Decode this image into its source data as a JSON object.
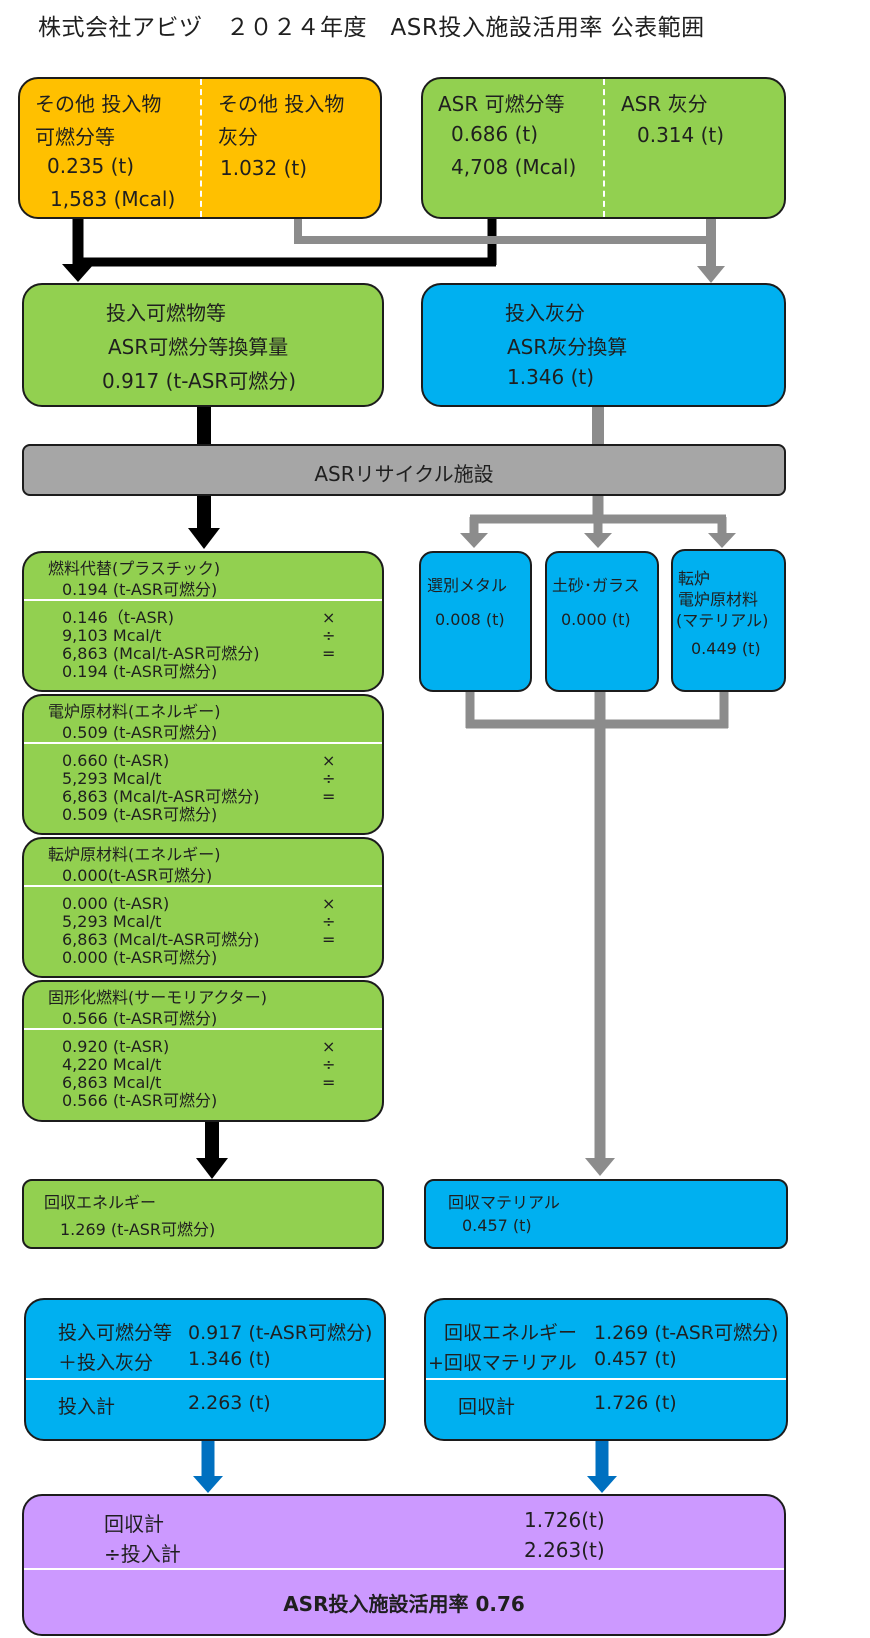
{
  "title": "株式会社アビヅ　２０２４年度　ASR投入施設活用率 公表範囲",
  "top": {
    "other_combustible": {
      "line1": "その他 投入物",
      "line2": "可燃分等",
      "mass": "0.235 (t)",
      "energy": "1,583 (Mcal)"
    },
    "other_ash": {
      "line1": "その他 投入物",
      "line2": "灰分",
      "mass": "1.032 (t)"
    },
    "asr_combustible": {
      "line1": "ASR 可燃分等",
      "mass": "0.686 (t)",
      "energy": "4,708 (Mcal)"
    },
    "asr_ash": {
      "line1": "ASR 灰分",
      "mass": "0.314 (t)"
    }
  },
  "input_combustible": {
    "line1": "投入可燃物等",
    "line2": "ASR可燃分等換算量",
    "value": "0.917 (t-ASR可燃分)"
  },
  "input_ash": {
    "line1": "投入灰分",
    "line2": "ASR灰分換算",
    "value": "1.346 (t)"
  },
  "facility": {
    "label": "ASRリサイクル施設"
  },
  "energy_uses": [
    {
      "name": "燃料代替(プラスチック)",
      "result": "0.194 (t-ASR可燃分)",
      "calc": [
        [
          "0.146（t-ASR)",
          "×"
        ],
        [
          "9,103  Mcal/t",
          "÷"
        ],
        [
          "6,863  (Mcal/t-ASR可燃分)",
          "="
        ],
        [
          "0.194  (t-ASR可燃分)",
          ""
        ]
      ]
    },
    {
      "name": "電炉原材料(エネルギー)",
      "result": "0.509 (t-ASR可燃分)",
      "calc": [
        [
          "0.660  (t-ASR)",
          "×"
        ],
        [
          "5,293  Mcal/t",
          "÷"
        ],
        [
          "6,863  (Mcal/t-ASR可燃分)",
          "="
        ],
        [
          "0.509  (t-ASR可燃分)",
          ""
        ]
      ]
    },
    {
      "name": "転炉原材料(エネルギー)",
      "result": "0.000(t-ASR可燃分)",
      "calc": [
        [
          "0.000 (t-ASR)",
          "×"
        ],
        [
          "5,293 Mcal/t",
          "÷"
        ],
        [
          "6,863 (Mcal/t-ASR可燃分)",
          "="
        ],
        [
          "0.000 (t-ASR可燃分)",
          ""
        ]
      ]
    },
    {
      "name": "固形化燃料(サーモリアクター)",
      "result": "0.566 (t-ASR可燃分)",
      "calc": [
        [
          "0.920 (t-ASR)",
          "×"
        ],
        [
          "4,220  Mcal/t",
          "÷"
        ],
        [
          "6,863  Mcal/t",
          "="
        ],
        [
          "0.566 (t-ASR可燃分)",
          ""
        ]
      ]
    }
  ],
  "material_uses": [
    {
      "name": "選別メタル",
      "value": "0.008 (t)"
    },
    {
      "name": "土砂･ガラス",
      "value": "0.000 (t)"
    },
    {
      "name1": "転炉",
      "name2": "電炉原材料",
      "name3": "(マテリアル)",
      "value": "0.449 (t)"
    }
  ],
  "recovered_energy": {
    "label": "回収エネルギー",
    "value": "1.269  (t-ASR可燃分)"
  },
  "recovered_material": {
    "label": "回収マテリアル",
    "value": "0.457  (t)"
  },
  "input_total": {
    "row1_label": "投入可燃分等",
    "row1_value": "0.917  (t-ASR可燃分)",
    "row2_label": "＋投入灰分",
    "row2_value": "1.346  (t)",
    "total_label": "投入計",
    "total_value": "2.263  (t)"
  },
  "recovery_total": {
    "row1_label": "回収エネルギー",
    "row1_value": "1.269 (t-ASR可燃分)",
    "row2_label": "+回収マテリアル",
    "row2_value": "0.457 (t)",
    "total_label": "回収計",
    "total_value": "1.726 (t)"
  },
  "result": {
    "row1_label": "回収計",
    "row1_value": "1.726(t)",
    "row2_label": "÷投入計",
    "row2_value": "2.263(t)",
    "rate": "ASR投入施設活用率 0.76"
  },
  "colors": {
    "orange": "#ffc000",
    "green": "#92d050",
    "blue": "#00b0f0",
    "gray": "#a6a6a6",
    "purple": "#cc99ff",
    "arrow_black": "#000000",
    "arrow_gray": "#8c8c8c",
    "arrow_blue": "#0070c0"
  }
}
